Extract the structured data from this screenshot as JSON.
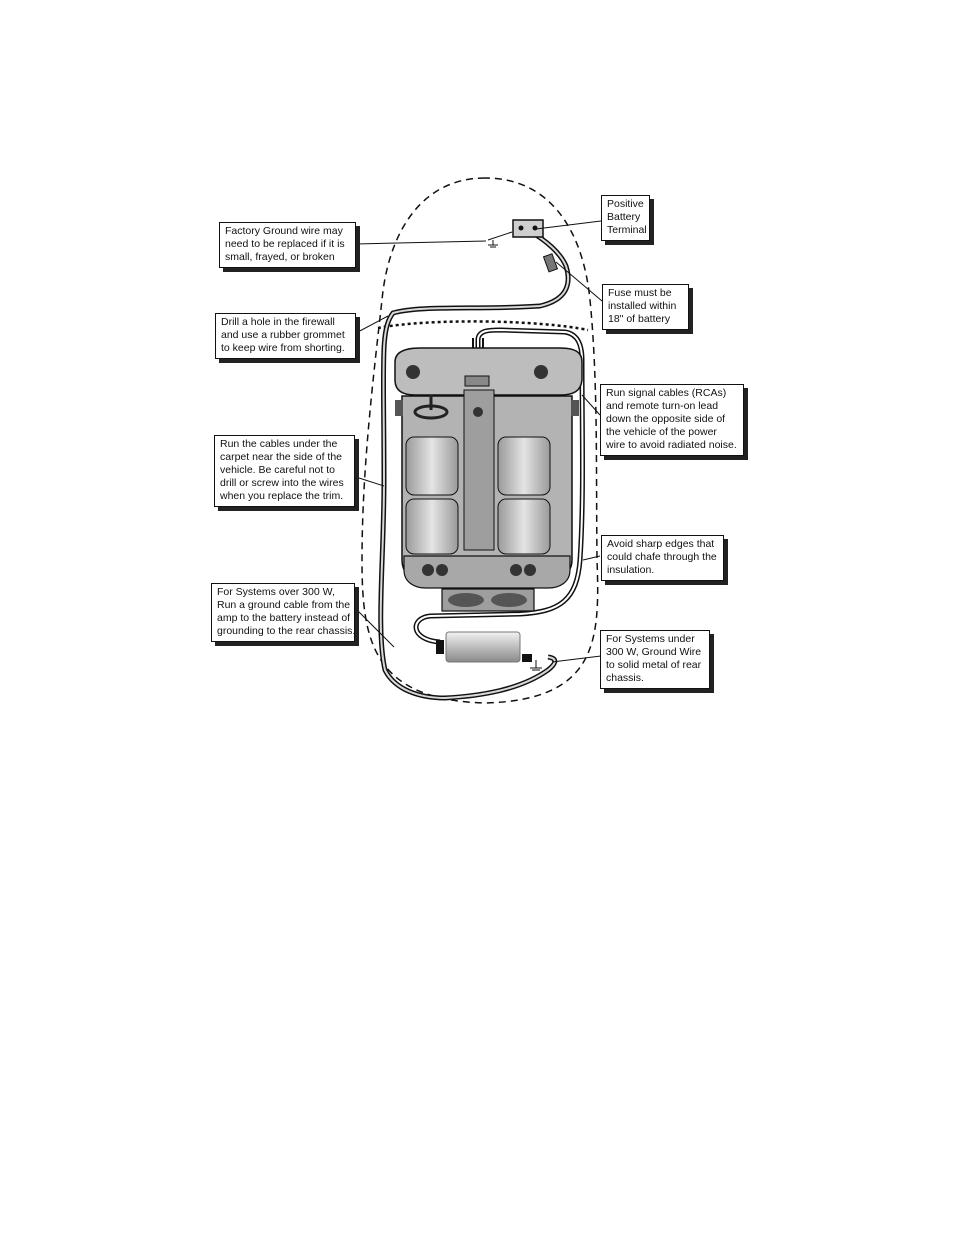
{
  "callouts": {
    "factory_ground": {
      "lines": [
        "Factory Ground wire may",
        "need to be replaced if it is",
        "small, frayed, or broken"
      ]
    },
    "positive_terminal": {
      "lines": [
        "Positive",
        "Battery",
        "Terminal"
      ]
    },
    "fuse": {
      "lines": [
        "Fuse must be",
        "installed within",
        "18\" of battery"
      ]
    },
    "firewall": {
      "lines": [
        "Drill a hole in the firewall",
        "and use a rubber grommet",
        "to keep wire from shorting."
      ]
    },
    "signal_cables": {
      "lines": [
        "Run signal cables (RCAs)",
        "and remote turn-on lead",
        "down the opposite side of",
        "the vehicle of the power",
        "wire to avoid radiated noise."
      ]
    },
    "under_carpet": {
      "lines": [
        "Run the cables under the",
        "carpet near the side of the",
        "vehicle. Be careful not to",
        "drill or screw into the wires",
        "when you replace the trim."
      ]
    },
    "sharp_edges": {
      "lines": [
        "Avoid sharp edges that",
        "could chafe through the",
        "insulation."
      ]
    },
    "over_300w": {
      "lines": [
        "For Systems over 300 W,",
        "Run a ground cable from the",
        "amp to the battery instead of",
        "grounding to the rear chassis."
      ]
    },
    "under_300w": {
      "lines": [
        "For Systems under",
        "300 W, Ground Wire",
        "to solid metal of rear",
        "chassis."
      ]
    }
  }
}
